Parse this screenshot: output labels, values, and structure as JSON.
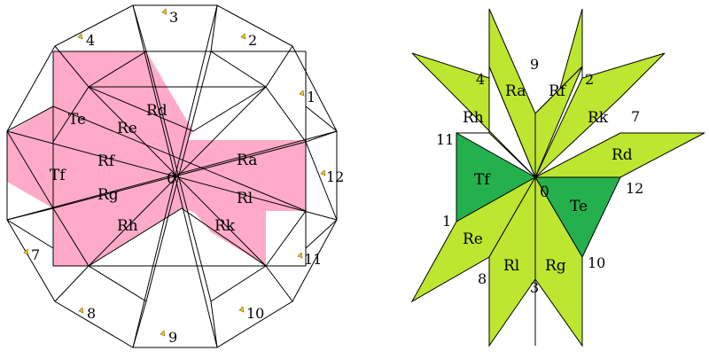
{
  "colors": {
    "pink": "#ffaac8",
    "lime": "#bce62f",
    "green": "#25b04e",
    "outline": "#000000",
    "marker": "#e6c432",
    "background": "#ffffff"
  },
  "left_figure": {
    "center_label": "0",
    "markers": [
      "3",
      "2",
      "1",
      "12",
      "11",
      "10",
      "9",
      "8",
      "7",
      "4"
    ],
    "pieces": [
      "Te",
      "Re",
      "Rd",
      "Rf",
      "Tf",
      "Rg",
      "Rh",
      "Ra",
      "Rl",
      "Rk"
    ]
  },
  "right_figure": {
    "center_label": "0",
    "numbers": [
      "9",
      "4",
      "2",
      "7",
      "11",
      "12",
      "1",
      "10",
      "8",
      "3"
    ],
    "pieces": [
      "Ra",
      "Rf",
      "Rh",
      "Rk",
      "Rd",
      "Tf",
      "Te",
      "Re",
      "Rl",
      "Rg"
    ]
  }
}
